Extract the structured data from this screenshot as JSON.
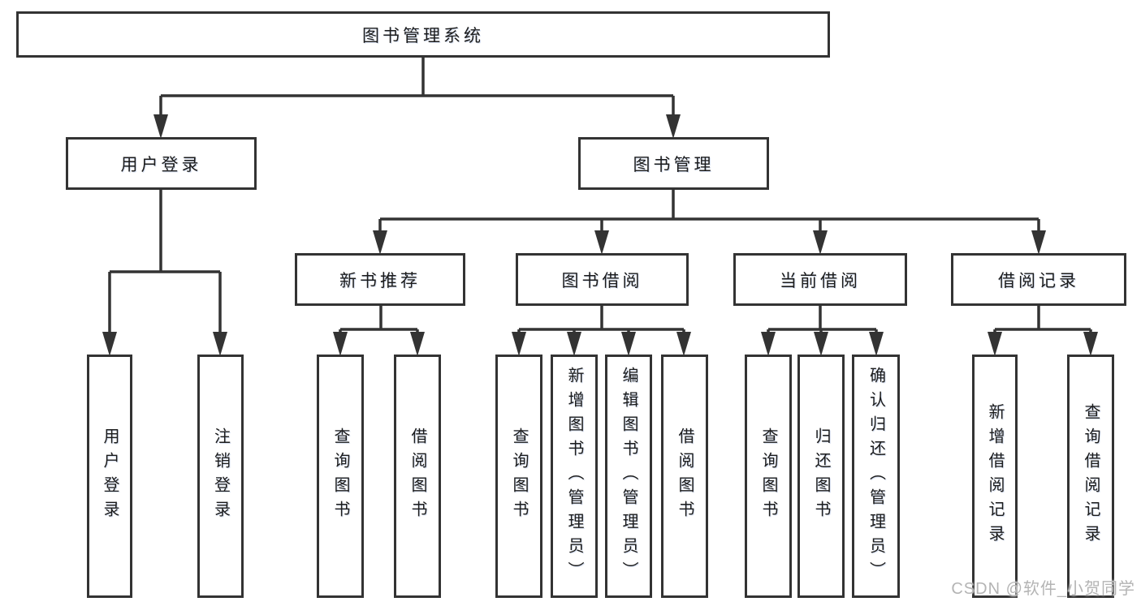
{
  "diagram": {
    "root": {
      "label": "图书管理系统"
    },
    "level2": [
      {
        "label": "用户登录"
      },
      {
        "label": "图书管理"
      }
    ],
    "level3": [
      {
        "label": "新书推荐"
      },
      {
        "label": "图书借阅"
      },
      {
        "label": "当前借阅"
      },
      {
        "label": "借阅记录"
      }
    ],
    "leaves": {
      "user_login_group": [
        {
          "label": "用户登录"
        },
        {
          "label": "注销登录"
        }
      ],
      "new_books_group": [
        {
          "label": "查询图书"
        },
        {
          "label": "借阅图书"
        }
      ],
      "borrow_group": [
        {
          "label": "查询图书"
        },
        {
          "label": "新增图书（管理员）"
        },
        {
          "label": "编辑图书（管理员）"
        },
        {
          "label": "借阅图书"
        }
      ],
      "current_group": [
        {
          "label": "查询图书"
        },
        {
          "label": "归还图书"
        },
        {
          "label": "确认归还（管理员）"
        }
      ],
      "records_group": [
        {
          "label": "新增借阅记录"
        },
        {
          "label": "查询借阅记录"
        }
      ]
    }
  },
  "watermark": {
    "text": "CSDN @软件_小贺同学"
  },
  "colors": {
    "line": "#333333",
    "text": "#1c1c1c",
    "background": "#ffffff",
    "watermark": "#b4b4b4"
  }
}
